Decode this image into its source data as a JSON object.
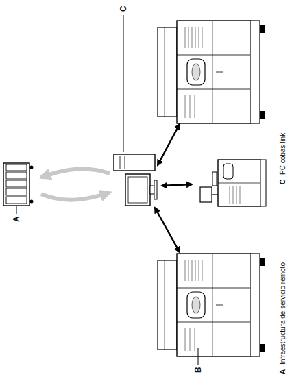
{
  "diagram": {
    "labels": [
      "A",
      "B",
      "C",
      "A",
      "Infraestructura de servicio remoto",
      "C",
      "PC cobas link"
    ]
  }
}
